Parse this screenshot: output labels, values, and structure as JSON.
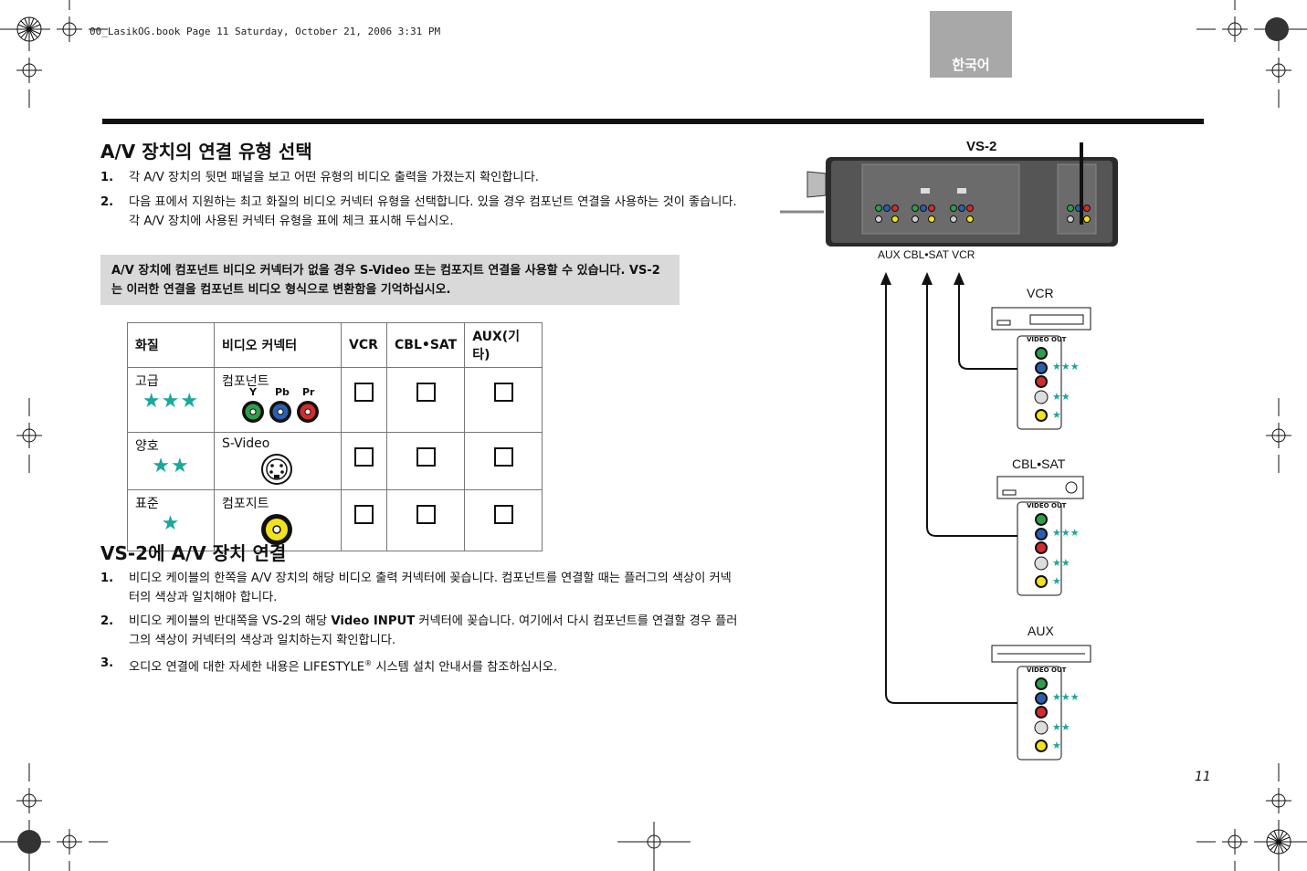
{
  "header": {
    "file_info": "00_LasikOG.book  Page 11  Saturday, October 21, 2006  3:31 PM",
    "language_tab": "한국어"
  },
  "section1": {
    "title": "A/V 장치의 연결 유형 선택",
    "steps": [
      {
        "num": "1.",
        "text": "각 A/V 장치의 뒷면 패널을 보고 어떤 유형의 비디오 출력을 가졌는지 확인합니다."
      },
      {
        "num": "2.",
        "text": "다음 표에서 지원하는 최고 화질의 비디오 커넥터 유형을 선택합니다. 있을 경우 컴포넌트 연결을 사용하는 것이 좋습니다. 각 A/V 장치에 사용된 커넥터 유형을 표에 체크 표시해 두십시오."
      }
    ],
    "note": "A/V 장치에 컴포넌트 비디오 커넥터가 없을 경우 S-Video 또는 컴포지트 연결을 사용할 수 있습니다. VS-2는 이러한 연결을 컴포넌트 비디오 형식으로 변환함을 기억하십시오."
  },
  "table": {
    "headers": [
      "화질",
      "비디오 커넥터",
      "VCR",
      "CBL•SAT",
      "AUX(기타)"
    ],
    "rows": [
      {
        "quality": "고급",
        "stars": "★★★",
        "connector": "컴포넌트",
        "labels": [
          "Y",
          "Pb",
          "Pr"
        ]
      },
      {
        "quality": "양호",
        "stars": "★★",
        "connector": "S-Video"
      },
      {
        "quality": "표준",
        "stars": "★",
        "connector": "컴포지트"
      }
    ]
  },
  "section2": {
    "title": "VS-2에 A/V 장치 연결",
    "steps": [
      {
        "num": "1.",
        "text": "비디오 케이블의 한쪽을 A/V 장치의 해당 비디오 출력 커넥터에 꽂습니다. 컴포넌트를 연결할 때는 플러그의 색상이 커넥터의 색상과 일치해야 합니다."
      },
      {
        "num": "2.",
        "text_before": "비디오 케이블의 반대쪽을 VS-2의 해당 ",
        "text_bold": "Video INPUT",
        "text_after": " 커넥터에 꽂습니다. 여기에서 다시 컴포넌트를 연결할 경우 플러그의 색상이 커넥터의 색상과 일치하는지 확인합니다."
      },
      {
        "num": "3.",
        "text_before": "오디오 연결에 대한 자세한 내용은 LIFESTYLE",
        "text_sup": "®",
        "text_after": " 시스템 설치 안내서를 참조하십시오."
      }
    ]
  },
  "diagram": {
    "title": "VS-2",
    "input_labels": "AUX  CBL•SAT  VCR",
    "devices": [
      {
        "name": "VCR",
        "output_label": "VIDEO OUT"
      },
      {
        "name": "CBL•SAT",
        "output_label": "VIDEO OUT"
      },
      {
        "name": "AUX",
        "output_label": "VIDEO OUT"
      }
    ],
    "star_levels": [
      "★★★",
      "★★",
      "★"
    ],
    "colors": {
      "green": "#2e9e4a",
      "blue": "#2a5fb0",
      "red": "#d32c2c",
      "yellow": "#f2e21a",
      "teal": "#1aa89a"
    }
  },
  "page_number": "11"
}
